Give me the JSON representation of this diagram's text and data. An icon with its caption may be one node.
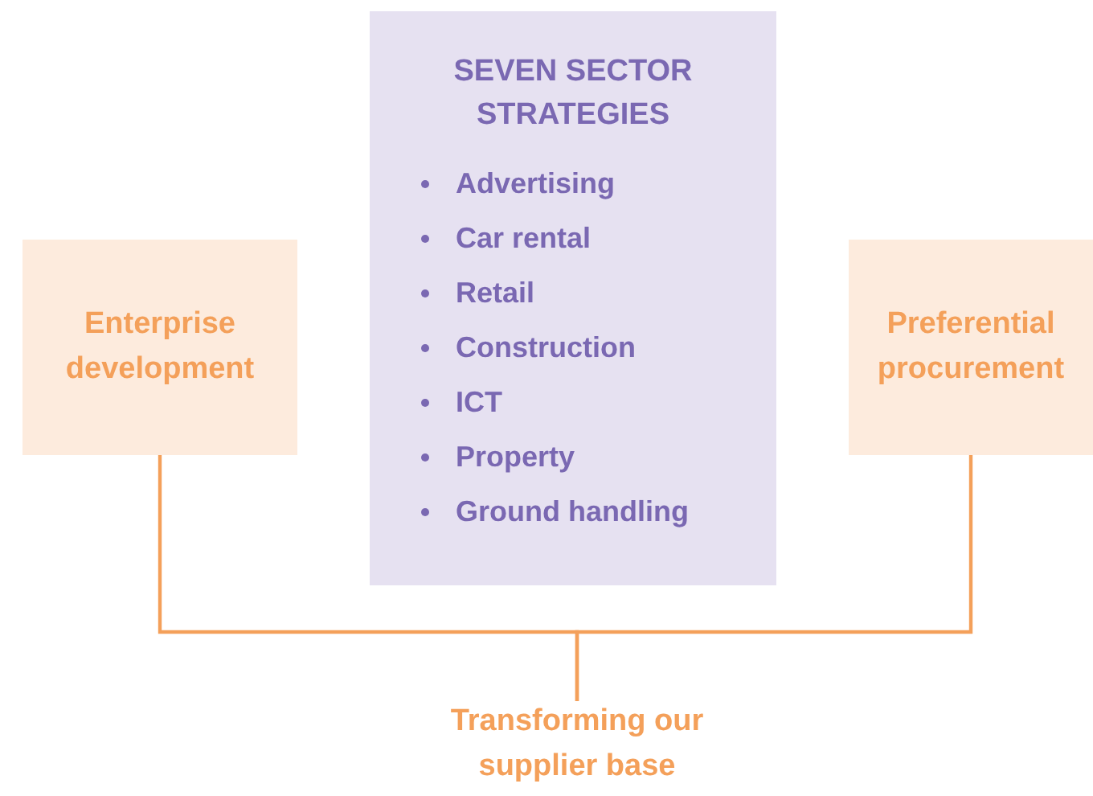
{
  "diagram": {
    "nodes": [
      {
        "text": [
          "SEVEN SECTOR STRATEGIES",
          "Advertising",
          "Car rental",
          "Retail",
          "Construction",
          "ICT",
          "Property",
          "Ground handling"
        ]
      },
      {
        "text": [
          "Enterprise development"
        ]
      },
      {
        "text": [
          "Preferential procurement"
        ]
      },
      {
        "text": [
          "Transforming our supplier base"
        ]
      }
    ],
    "edges": [
      {
        "from": 1,
        "to": 3,
        "arrow": "none"
      },
      {
        "from": 2,
        "to": 3,
        "arrow": "none"
      }
    ]
  }
}
